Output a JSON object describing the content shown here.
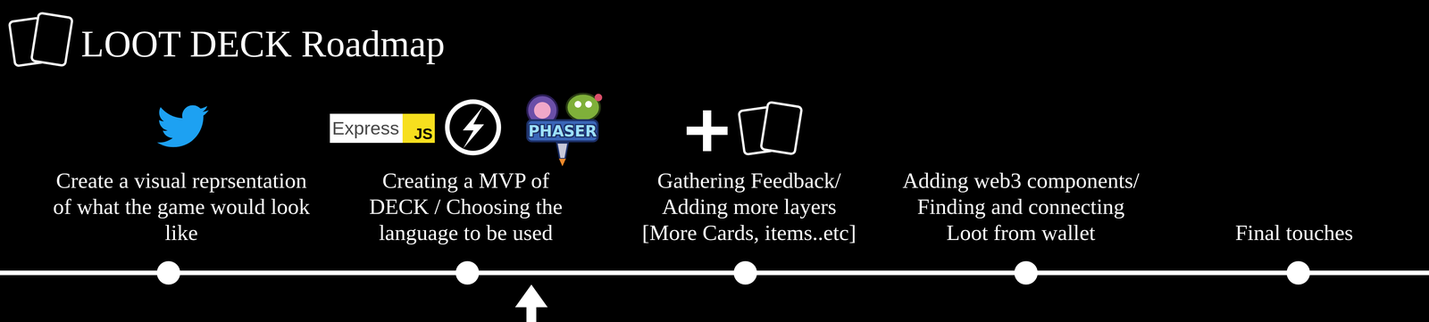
{
  "diagram": {
    "title": "LOOT DECK Roadmap",
    "labels": [
      "Express",
      "JS",
      "PHASER",
      "Create a visual reprsentation of what the game would look like",
      "Creating a MVP of DECK / Choosing the language to be used",
      "Gathering Feedback/ Adding more layers [More Cards, items..etc]",
      "Adding web3 components/ Finding and connecting Loot from wallet",
      "Final touches"
    ]
  }
}
